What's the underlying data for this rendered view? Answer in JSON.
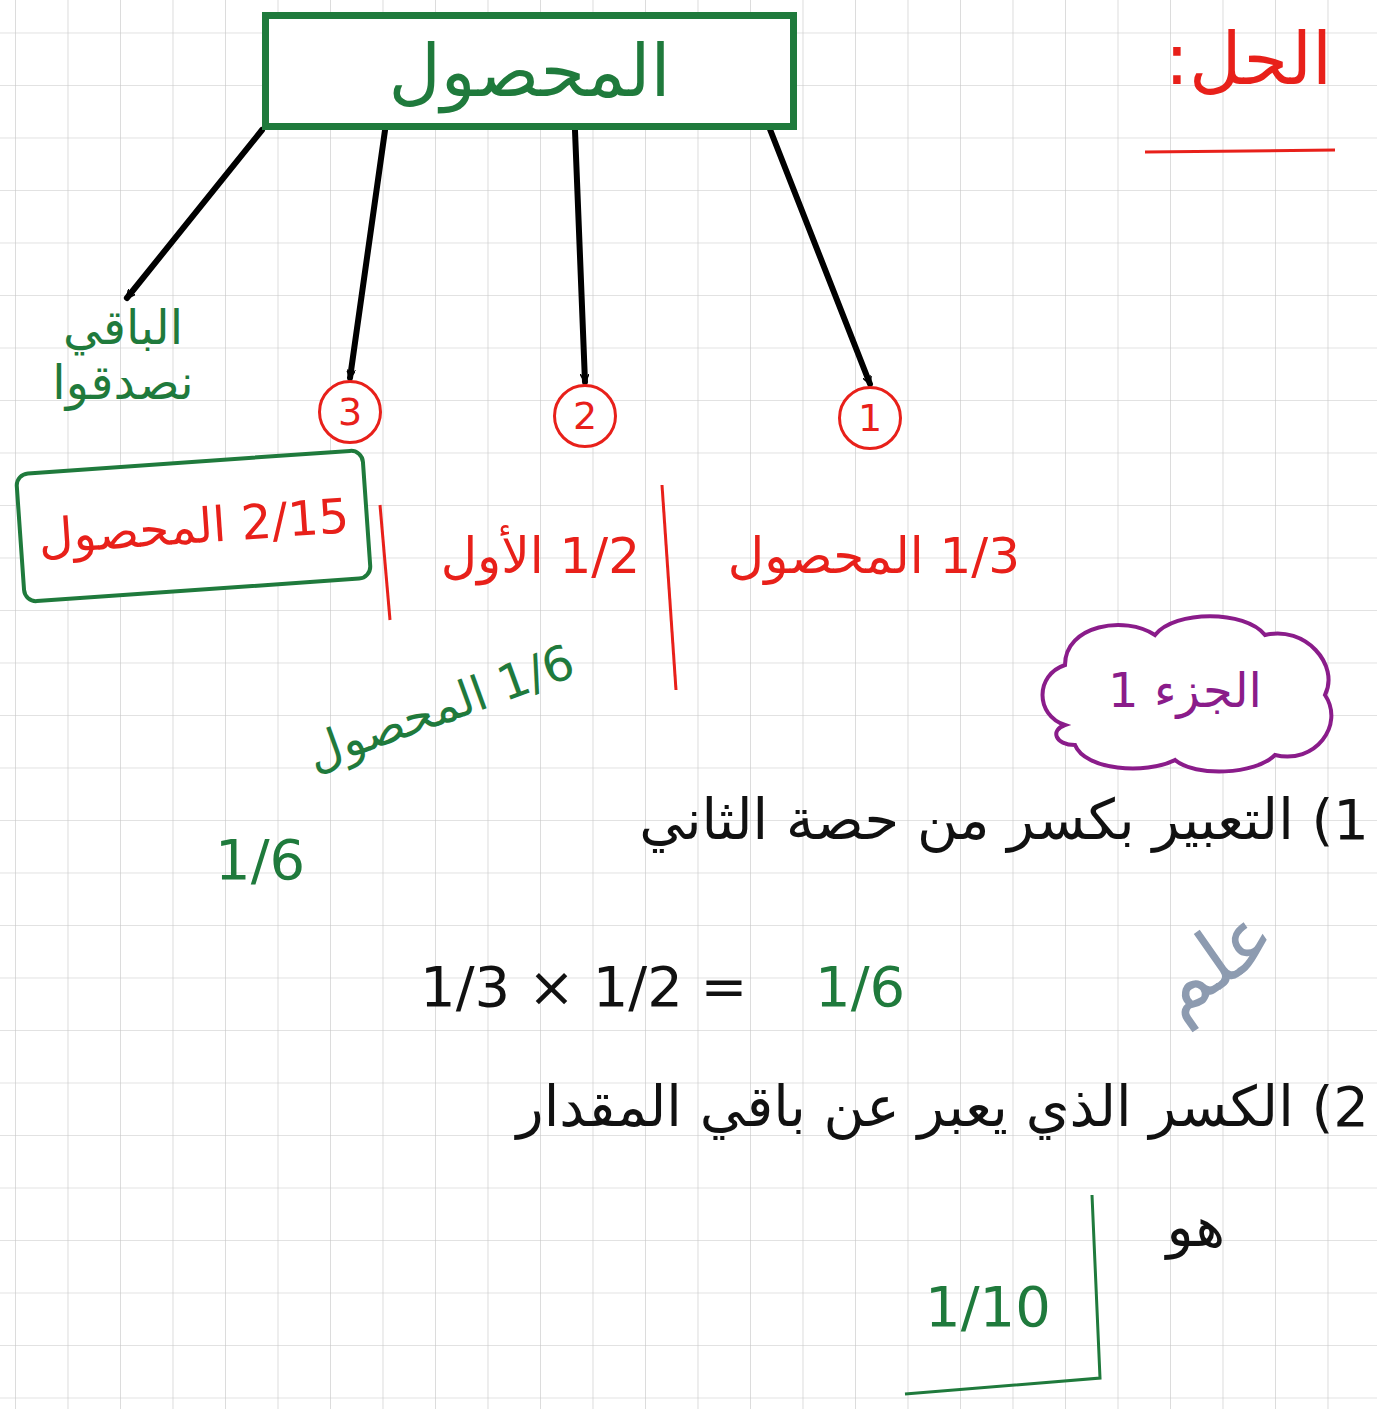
{
  "diagram": {
    "nodes": [
      {
        "text": [
          "المحصول"
        ]
      },
      {
        "text": [
          "1"
        ]
      },
      {
        "text": [
          "2"
        ]
      },
      {
        "text": [
          "3"
        ]
      },
      {
        "text": [
          "الباقي نصدقوا",
          "2/15 المحصول"
        ]
      },
      {
        "text": [
          "الجزء 1"
        ]
      }
    ],
    "edges": [
      {
        "from": 0,
        "to": 1,
        "arrow": "to"
      },
      {
        "from": 0,
        "to": 2,
        "arrow": "to"
      },
      {
        "from": 0,
        "to": 3,
        "arrow": "to"
      },
      {
        "from": 0,
        "to": 4,
        "arrow": "to"
      }
    ],
    "labels": [
      "الحل:",
      "1/3 المحصول",
      "1/2 الأول",
      "1/6 المحصول",
      "1) التعبير بكسر من حصة الثاني",
      "1/6",
      "1/3 × 1/2 =",
      "1/6",
      "2) الكسر الذي يعبر عن باقي المقدار",
      "هو",
      "1/10",
      "علم"
    ]
  }
}
